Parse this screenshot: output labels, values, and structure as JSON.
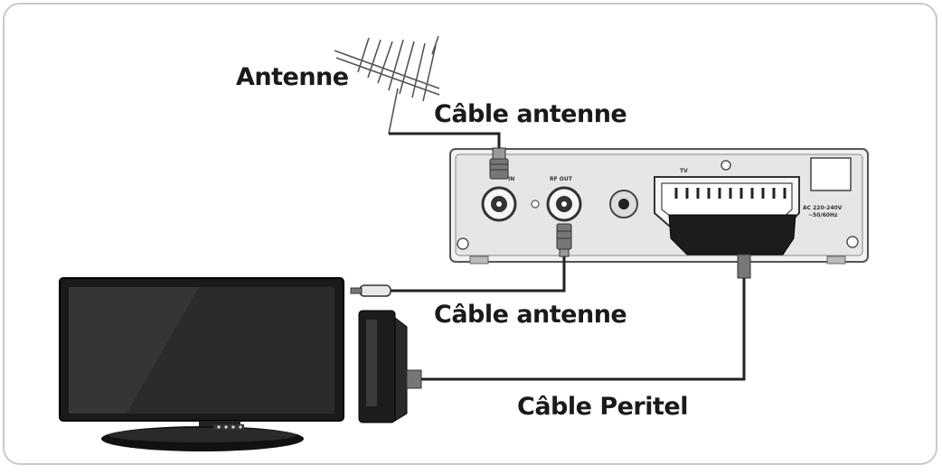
{
  "labels": {
    "antenna": "Antenne",
    "cable_antenna_top": "Câble antenne",
    "cable_antenna_mid": "Câble antenne",
    "cable_peritel": "Câble Peritel"
  },
  "receiver": {
    "port_in": "IN",
    "port_rf_out": "RF OUT",
    "port_tv": "TV",
    "power_line1": "AC 220-240V",
    "power_line2": "~50/60Hz"
  }
}
